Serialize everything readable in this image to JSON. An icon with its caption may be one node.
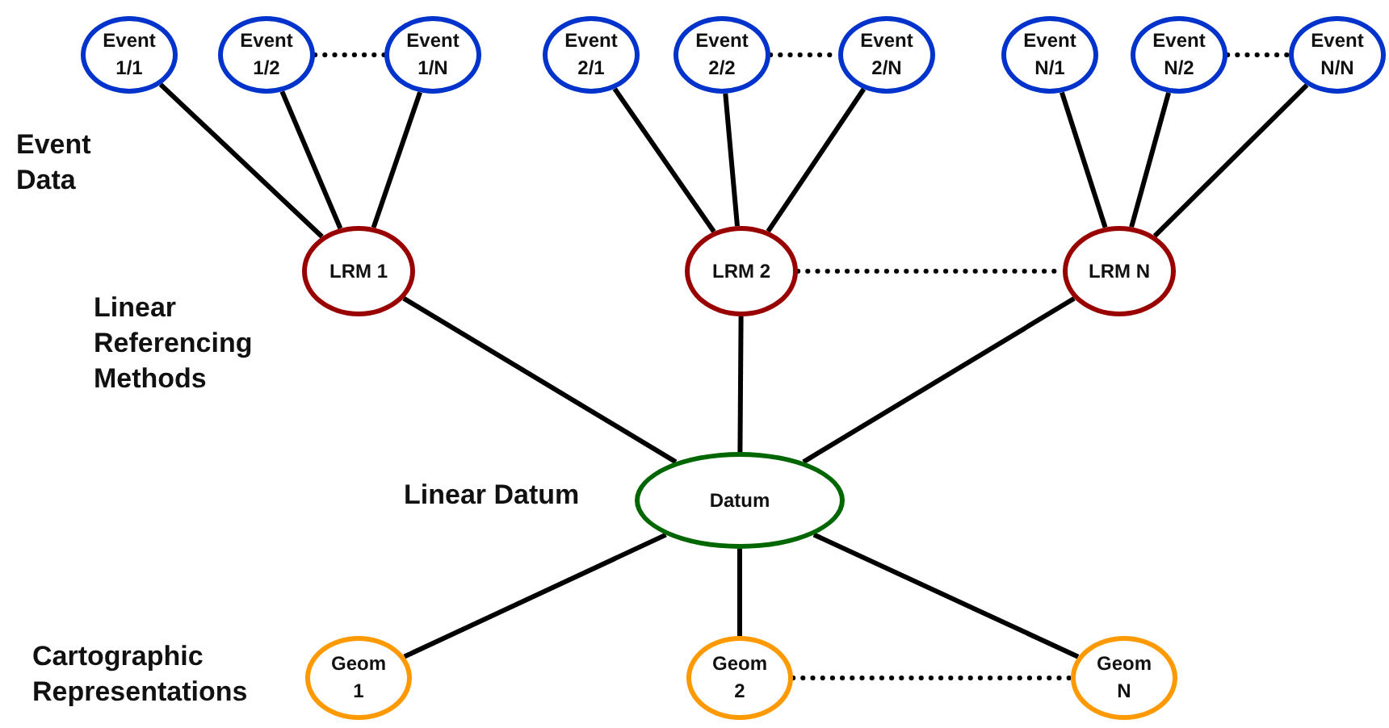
{
  "diagram": {
    "nodes": [
      {
        "text": [
          "Event 1/1"
        ]
      },
      {
        "text": [
          "Event 1/2"
        ]
      },
      {
        "text": [
          "Event 1/N"
        ]
      },
      {
        "text": [
          "Event 2/1"
        ]
      },
      {
        "text": [
          "Event 2/2"
        ]
      },
      {
        "text": [
          "Event 2/N"
        ]
      },
      {
        "text": [
          "Event N/1"
        ]
      },
      {
        "text": [
          "Event N/2"
        ]
      },
      {
        "text": [
          "Event N/N"
        ]
      },
      {
        "text": [
          "LRM 1"
        ]
      },
      {
        "text": [
          "LRM 2"
        ]
      },
      {
        "text": [
          "LRM N"
        ]
      },
      {
        "text": [
          "Datum"
        ]
      },
      {
        "text": [
          "Geom 1"
        ]
      },
      {
        "text": [
          "Geom 2"
        ]
      },
      {
        "text": [
          "Geom N"
        ]
      }
    ],
    "edges": [
      {
        "from": 0,
        "to": 9,
        "arrow": "none"
      },
      {
        "from": 1,
        "to": 9,
        "arrow": "none"
      },
      {
        "from": 2,
        "to": 9,
        "arrow": "none"
      },
      {
        "from": 1,
        "to": 2,
        "arrow": "none",
        "style": "dashed"
      },
      {
        "from": 3,
        "to": 10,
        "arrow": "none"
      },
      {
        "from": 4,
        "to": 10,
        "arrow": "none"
      },
      {
        "from": 5,
        "to": 10,
        "arrow": "none"
      },
      {
        "from": 4,
        "to": 5,
        "arrow": "none",
        "style": "dashed"
      },
      {
        "from": 6,
        "to": 11,
        "arrow": "none"
      },
      {
        "from": 7,
        "to": 11,
        "arrow": "none"
      },
      {
        "from": 8,
        "to": 11,
        "arrow": "none"
      },
      {
        "from": 7,
        "to": 8,
        "arrow": "none",
        "style": "dashed"
      },
      {
        "from": 10,
        "to": 11,
        "arrow": "none",
        "style": "dashed"
      },
      {
        "from": 9,
        "to": 12,
        "arrow": "none"
      },
      {
        "from": 10,
        "to": 12,
        "arrow": "none"
      },
      {
        "from": 11,
        "to": 12,
        "arrow": "none"
      },
      {
        "from": 12,
        "to": 13,
        "arrow": "none"
      },
      {
        "from": 12,
        "to": 14,
        "arrow": "none"
      },
      {
        "from": 12,
        "to": 15,
        "arrow": "none"
      },
      {
        "from": 14,
        "to": 15,
        "arrow": "none",
        "style": "dashed"
      }
    ],
    "labels": [
      "Event Data",
      "Linear Referencing Methods",
      "Linear Datum",
      "Cartographic Representations"
    ]
  }
}
